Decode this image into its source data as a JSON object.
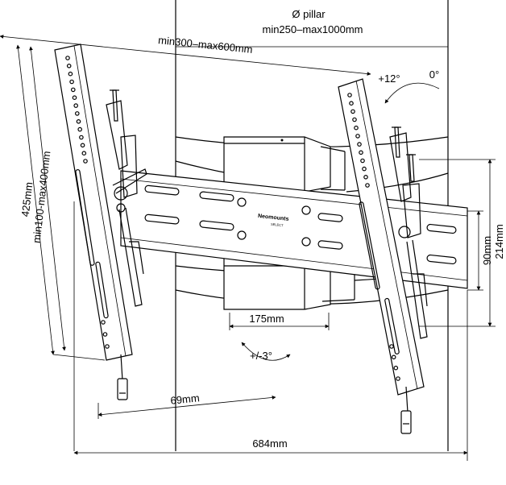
{
  "diagram": {
    "pillar_title": "Ø pillar",
    "pillar_range": "min250–max1000mm",
    "width_range": "min300–max600mm",
    "height_total": "425mm",
    "height_range": "min100-max400mm",
    "swivel_plus": "+12°",
    "swivel_zero": "0°",
    "depth_214": "214mm",
    "depth_90": "90mm",
    "strap_width": "175mm",
    "tilt": "+/-3°",
    "offset": "69mm",
    "total_width": "684mm",
    "brand": "Neomounts",
    "brand_sub": "SELECT"
  }
}
